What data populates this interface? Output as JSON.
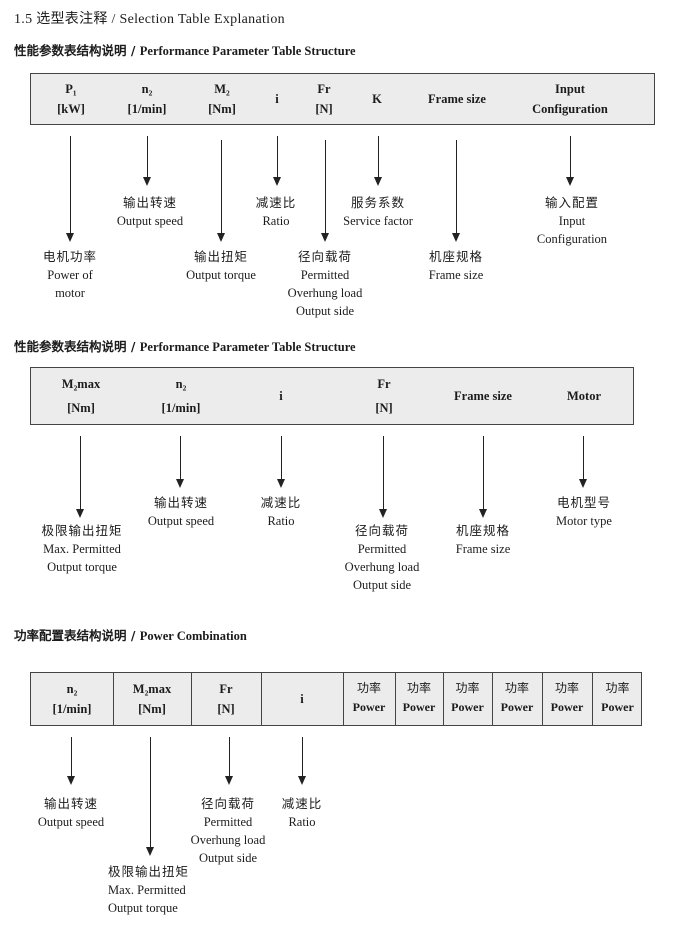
{
  "page_title": "1.5 选型表注释 / Selection Table Explanation",
  "section1": {
    "title_zh": "性能参数表结构说明 /",
    "title_en": "Performance Parameter Table Structure",
    "headers": [
      {
        "line1": "P₁",
        "line2": "[kW]"
      },
      {
        "line1": "n₂",
        "line2": "[1/min]"
      },
      {
        "line1": "M₂",
        "line2": "[Nm]"
      },
      {
        "line1": "i",
        "line2": ""
      },
      {
        "line1": "Fr",
        "line2": "[N]"
      },
      {
        "line1": "K",
        "line2": ""
      },
      {
        "line1": "Frame size",
        "line2": ""
      },
      {
        "line1": "Input",
        "line2": "Configuration"
      }
    ],
    "labels": [
      {
        "zh": "电机功率",
        "en1": "Power of",
        "en2": "motor",
        "en3": ""
      },
      {
        "zh": "输出转速",
        "en1": "Output speed",
        "en2": "",
        "en3": ""
      },
      {
        "zh": "输出扭矩",
        "en1": "Output torque",
        "en2": "",
        "en3": ""
      },
      {
        "zh": "减速比",
        "en1": "Ratio",
        "en2": "",
        "en3": ""
      },
      {
        "zh": "径向载荷",
        "en1": "Permitted",
        "en2": "Overhung load",
        "en3": "Output side"
      },
      {
        "zh": "服务系数",
        "en1": "Service factor",
        "en2": "",
        "en3": ""
      },
      {
        "zh": "机座规格",
        "en1": "Frame size",
        "en2": "",
        "en3": ""
      },
      {
        "zh": "输入配置",
        "en1": "Input",
        "en2": "Configuration",
        "en3": ""
      }
    ]
  },
  "section2": {
    "title_zh": "性能参数表结构说明 /",
    "title_en": "Performance Parameter Table Structure",
    "headers": [
      {
        "line1": "M₂max",
        "line2": "[Nm]"
      },
      {
        "line1": "n₂",
        "line2": "[1/min]"
      },
      {
        "line1": "i",
        "line2": ""
      },
      {
        "line1": "Fr",
        "line2": "[N]"
      },
      {
        "line1": "Frame size",
        "line2": ""
      },
      {
        "line1": "Motor",
        "line2": ""
      }
    ],
    "labels": [
      {
        "zh": "极限输出扭矩",
        "en1": "Max. Permitted",
        "en2": "Output  torque",
        "en3": ""
      },
      {
        "zh": "输出转速",
        "en1": "Output speed",
        "en2": "",
        "en3": ""
      },
      {
        "zh": "减速比",
        "en1": "Ratio",
        "en2": "",
        "en3": ""
      },
      {
        "zh": "径向载荷",
        "en1": "Permitted",
        "en2": "Overhung load",
        "en3": "Output side"
      },
      {
        "zh": "机座规格",
        "en1": "Frame size",
        "en2": "",
        "en3": ""
      },
      {
        "zh": "电机型号",
        "en1": "Motor type",
        "en2": "",
        "en3": ""
      }
    ]
  },
  "section3": {
    "title_zh": "功率配置表结构说明 /",
    "title_en": "Power Combination",
    "headers": [
      {
        "line1": "n₂",
        "line2": "[1/min]"
      },
      {
        "line1": "M₂max",
        "line2": "[Nm]"
      },
      {
        "line1": "Fr",
        "line2": "[N]"
      },
      {
        "line1": "i",
        "line2": ""
      }
    ],
    "power_cells": [
      {
        "zh": "功率",
        "en": "Power"
      },
      {
        "zh": "功率",
        "en": "Power"
      },
      {
        "zh": "功率",
        "en": "Power"
      },
      {
        "zh": "功率",
        "en": "Power"
      },
      {
        "zh": "功率",
        "en": "Power"
      },
      {
        "zh": "功率",
        "en": "Power"
      }
    ],
    "labels": [
      {
        "zh": "输出转速",
        "en1": "Output speed",
        "en2": "",
        "en3": ""
      },
      {
        "zh": "极限输出扭矩",
        "en1": "Max. Permitted",
        "en2": "Output  torque",
        "en3": ""
      },
      {
        "zh": "径向载荷",
        "en1": "Permitted",
        "en2": "Overhung load",
        "en3": "Output side"
      },
      {
        "zh": "减速比",
        "en1": "Ratio",
        "en2": "",
        "en3": ""
      }
    ]
  }
}
